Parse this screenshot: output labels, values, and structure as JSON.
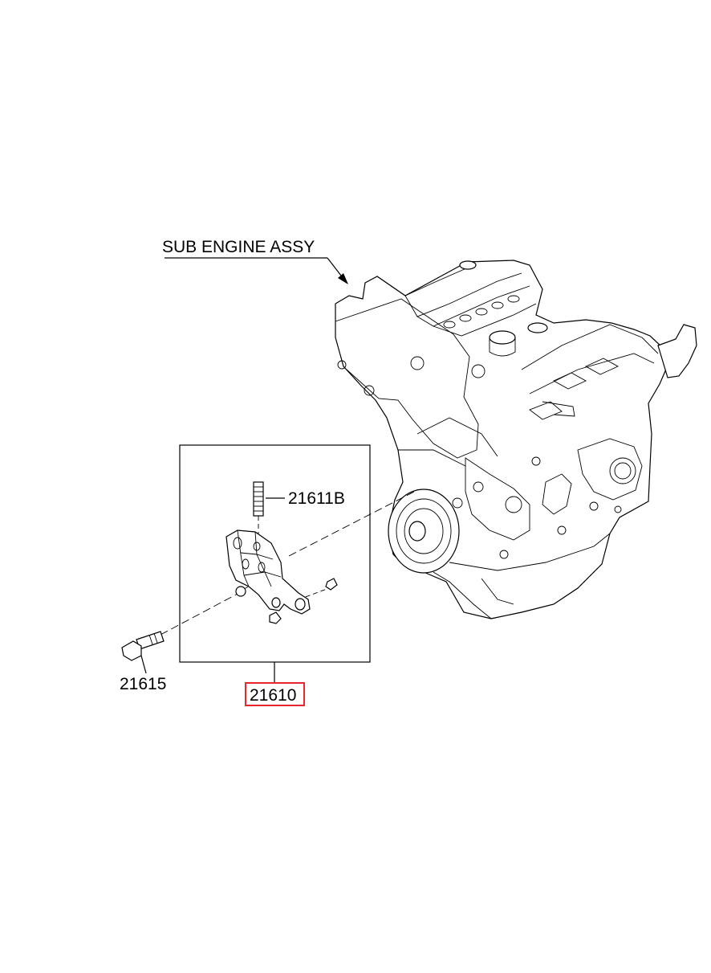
{
  "callouts": {
    "sub_engine": "SUB ENGINE ASSY",
    "stud": "21611B",
    "bolt": "21615",
    "bracket": "21610"
  },
  "highlight_color": "#e8262b"
}
